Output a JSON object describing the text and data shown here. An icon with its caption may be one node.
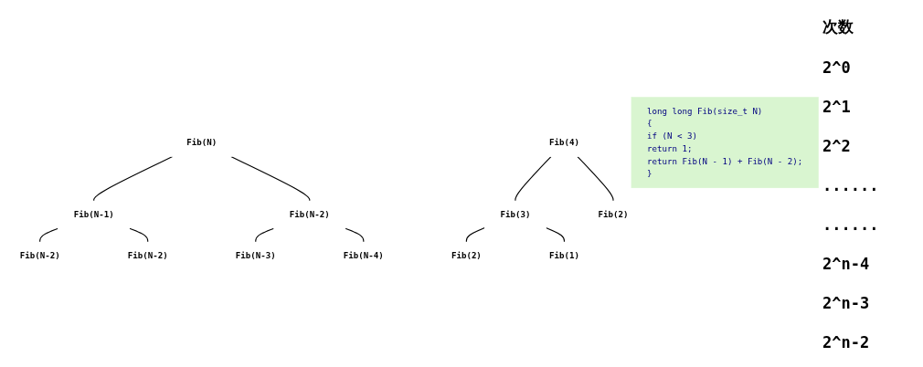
{
  "diagram": {
    "nodes": [
      {
        "text": [
          "long long Fib(size_t N)",
          "{",
          "if (N < 3)",
          "return 1;",
          "return Fib(N - 1) + Fib(N - 2);",
          "}"
        ]
      },
      {
        "text": [
          "Fib(N)"
        ]
      },
      {
        "text": [
          "Fib(N-1)"
        ]
      },
      {
        "text": [
          "Fib(N-2)"
        ]
      },
      {
        "text": [
          "Fib(N-2)"
        ]
      },
      {
        "text": [
          "Fib(N-2)"
        ]
      },
      {
        "text": [
          "Fib(N-3)"
        ]
      },
      {
        "text": [
          "Fib(N-4)"
        ]
      },
      {
        "text": [
          "Fib(4)"
        ]
      },
      {
        "text": [
          "Fib(3)"
        ]
      },
      {
        "text": [
          "Fib(2)"
        ]
      },
      {
        "text": [
          "Fib(2)"
        ]
      },
      {
        "text": [
          "Fib(1)"
        ]
      }
    ],
    "edges": [
      {
        "from": 1,
        "to": 2,
        "arrow": "none"
      },
      {
        "from": 1,
        "to": 3,
        "arrow": "none"
      },
      {
        "from": 2,
        "to": 4,
        "arrow": "none"
      },
      {
        "from": 2,
        "to": 5,
        "arrow": "none"
      },
      {
        "from": 3,
        "to": 6,
        "arrow": "none"
      },
      {
        "from": 3,
        "to": 7,
        "arrow": "none"
      },
      {
        "from": 8,
        "to": 9,
        "arrow": "none"
      },
      {
        "from": 8,
        "to": 10,
        "arrow": "none"
      },
      {
        "from": 9,
        "to": 11,
        "arrow": "none"
      },
      {
        "from": 9,
        "to": 12,
        "arrow": "none"
      }
    ],
    "labels": [
      "次数",
      "2^0",
      "2^1",
      "2^2",
      "......",
      "......",
      "2^n-4",
      "2^n-3",
      "2^n-2"
    ]
  }
}
